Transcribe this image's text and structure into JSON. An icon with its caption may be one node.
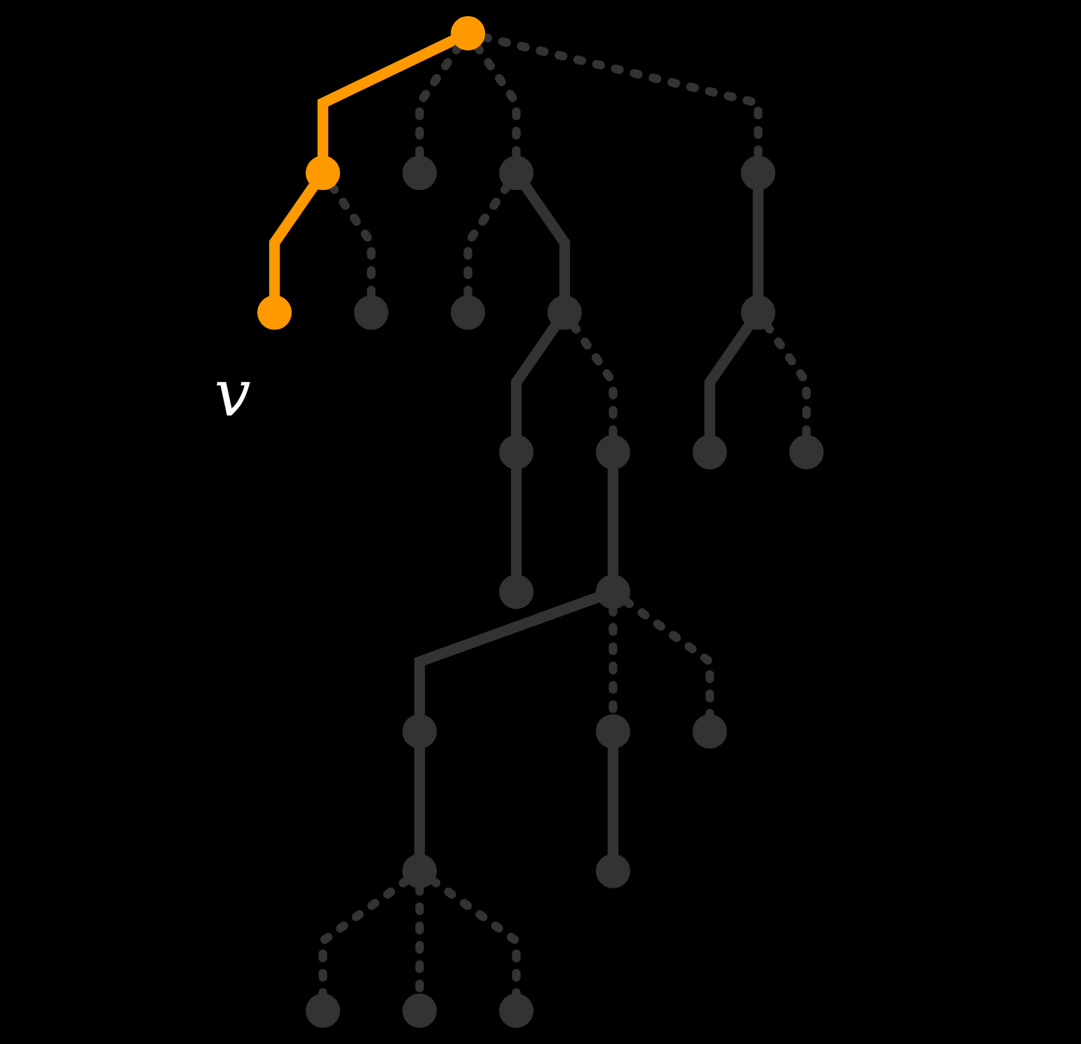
{
  "diagram": {
    "nodes": [
      {
        "text": [],
        "shape": "circle"
      },
      {
        "text": [],
        "shape": "circle"
      },
      {
        "text": [],
        "shape": "circle"
      },
      {
        "text": [],
        "shape": "circle"
      },
      {
        "text": [],
        "shape": "circle"
      },
      {
        "text": [],
        "shape": "circle",
        "beside": [
          "v"
        ]
      },
      {
        "text": [],
        "shape": "circle"
      },
      {
        "text": [],
        "shape": "circle"
      },
      {
        "text": [],
        "shape": "circle"
      },
      {
        "text": [],
        "shape": "circle"
      },
      {
        "text": [],
        "shape": "circle"
      },
      {
        "text": [],
        "shape": "circle"
      },
      {
        "text": [],
        "shape": "circle"
      },
      {
        "text": [],
        "shape": "circle"
      },
      {
        "text": [],
        "shape": "circle"
      },
      {
        "text": [],
        "shape": "circle"
      },
      {
        "text": [],
        "shape": "circle"
      },
      {
        "text": [],
        "shape": "circle"
      },
      {
        "text": [],
        "shape": "circle"
      },
      {
        "text": [],
        "shape": "circle"
      },
      {
        "text": [],
        "shape": "circle"
      },
      {
        "text": [],
        "shape": "circle"
      },
      {
        "text": [],
        "shape": "circle"
      },
      {
        "text": [],
        "shape": "circle"
      }
    ],
    "edges": [
      {
        "from": 0,
        "to": 1,
        "arrow": "none",
        "color": "#ff9900"
      },
      {
        "from": 0,
        "to": 2,
        "arrow": "none",
        "style": "dashed"
      },
      {
        "from": 0,
        "to": 3,
        "arrow": "none",
        "style": "dashed"
      },
      {
        "from": 0,
        "to": 4,
        "arrow": "none",
        "style": "dashed"
      },
      {
        "from": 1,
        "to": 5,
        "arrow": "none",
        "color": "#ff9900"
      },
      {
        "from": 1,
        "to": 6,
        "arrow": "none",
        "style": "dashed"
      },
      {
        "from": 3,
        "to": 7,
        "arrow": "none",
        "style": "dashed"
      },
      {
        "from": 3,
        "to": 8,
        "arrow": "none"
      },
      {
        "from": 4,
        "to": 9,
        "arrow": "none"
      },
      {
        "from": 8,
        "to": 10,
        "arrow": "none"
      },
      {
        "from": 8,
        "to": 11,
        "arrow": "none",
        "style": "dashed"
      },
      {
        "from": 9,
        "to": 12,
        "arrow": "none"
      },
      {
        "from": 9,
        "to": 13,
        "arrow": "none",
        "style": "dashed"
      },
      {
        "from": 10,
        "to": 14,
        "arrow": "none"
      },
      {
        "from": 11,
        "to": 15,
        "arrow": "none"
      },
      {
        "from": 15,
        "to": 16,
        "arrow": "none"
      },
      {
        "from": 15,
        "to": 17,
        "arrow": "none",
        "style": "dashed"
      },
      {
        "from": 15,
        "to": 18,
        "arrow": "none",
        "style": "dashed"
      },
      {
        "from": 16,
        "to": 19,
        "arrow": "none"
      },
      {
        "from": 17,
        "to": 20,
        "arrow": "none"
      },
      {
        "from": 19,
        "to": 21,
        "arrow": "none",
        "style": "dashed"
      },
      {
        "from": 19,
        "to": 22,
        "arrow": "none",
        "style": "dashed"
      },
      {
        "from": 19,
        "to": 23,
        "arrow": "none",
        "style": "dashed"
      }
    ]
  }
}
